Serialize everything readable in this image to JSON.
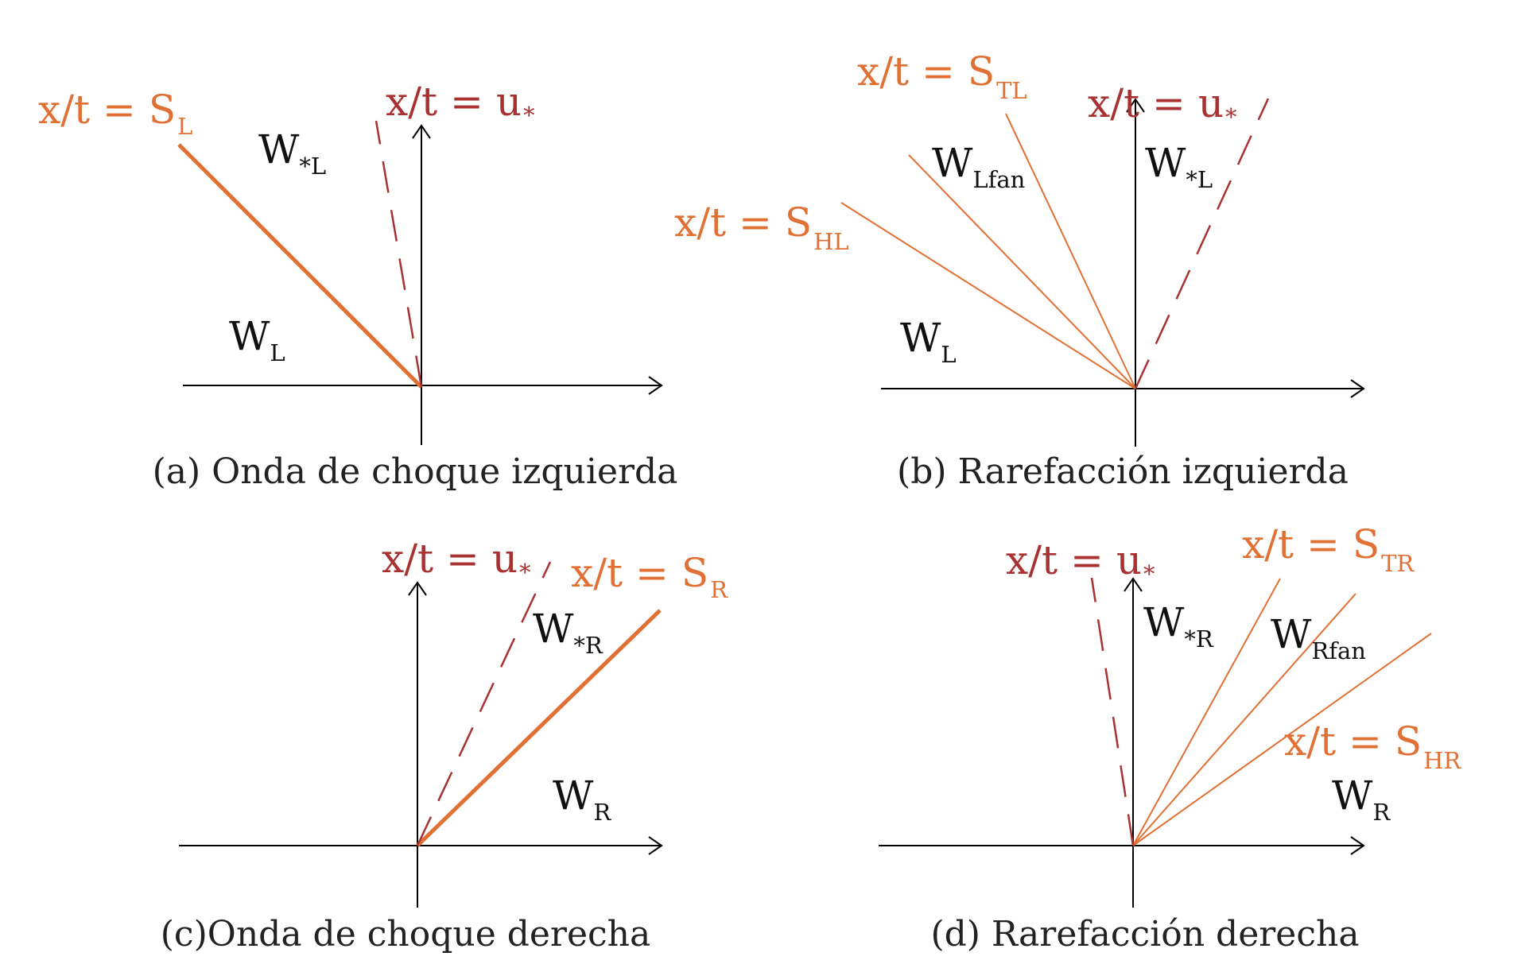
{
  "colors": {
    "wave": "#e07033",
    "contact": "#a83232",
    "text": "#111111"
  },
  "panels": {
    "a": {
      "caption": "(a) Onda de choque izquierda",
      "shock_label_main": "x/t = S",
      "shock_label_sub": "L",
      "contact_label_main": "x/t = u",
      "contact_label_sub": "*",
      "region_star_main": "W",
      "region_star_sub": "*L",
      "region_left_main": "W",
      "region_left_sub": "L"
    },
    "b": {
      "caption": "(b) Rarefacción izquierda",
      "tail_label_main": "x/t = S",
      "tail_label_sub": "TL",
      "head_label_main": "x/t = S",
      "head_label_sub": "HL",
      "contact_label_main": "x/t = u",
      "contact_label_sub": "*",
      "region_fan_main": "W",
      "region_fan_sub": "Lfan",
      "region_star_main": "W",
      "region_star_sub": "*L",
      "region_left_main": "W",
      "region_left_sub": "L"
    },
    "c": {
      "caption": "(c)Onda de choque derecha",
      "contact_label_main": "x/t = u",
      "contact_label_sub": "*",
      "shock_label_main": "x/t = S",
      "shock_label_sub": "R",
      "region_star_main": "W",
      "region_star_sub": "*R",
      "region_right_main": "W",
      "region_right_sub": "R"
    },
    "d": {
      "caption": "(d) Rarefacción derecha",
      "contact_label_main": "x/t = u",
      "contact_label_sub": "*",
      "tail_label_main": "x/t = S",
      "tail_label_sub": "TR",
      "head_label_main": "x/t = S",
      "head_label_sub": "HR",
      "region_star_main": "W",
      "region_star_sub": "*R",
      "region_fan_main": "W",
      "region_fan_sub": "Rfan",
      "region_right_main": "W",
      "region_right_sub": "R"
    }
  }
}
